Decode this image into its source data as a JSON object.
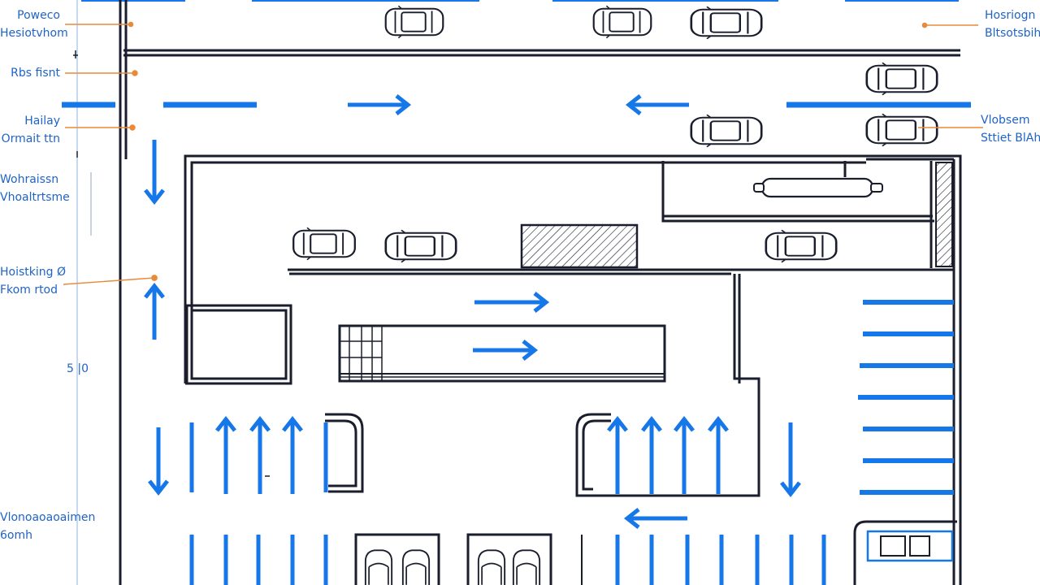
{
  "diagram": {
    "colors": {
      "line": "#1a1d2b",
      "arrow": "#1677e8",
      "stripe": "#1677e8",
      "leader": "#e88a3a",
      "label": "#1f63c9"
    },
    "labels_left": [
      {
        "lines": [
          "Poweco",
          "Hesiotvhom"
        ]
      },
      {
        "lines": [
          "Rbs fisnt"
        ]
      },
      {
        "lines": [
          "Hailay",
          "Ormait ttn"
        ]
      },
      {
        "lines": [
          "Wohraissn",
          "Vhoaltrtsme"
        ]
      },
      {
        "lines": [
          "Hoistking Ø",
          "Fkom  rtod"
        ]
      },
      {
        "lines": [
          "Vlonoaoaoaimen",
          "6omh"
        ]
      }
    ],
    "labels_right": [
      {
        "lines": [
          "Hosriogn",
          "Bltsotsbih"
        ]
      },
      {
        "lines": [
          "Vlobsem",
          "Sttiet BlAh"
        ]
      }
    ],
    "axis_mark": "5 |0",
    "arrow_directions": [
      "right",
      "left",
      "down",
      "up",
      "right",
      "right",
      "down",
      "up",
      "up",
      "up",
      "up",
      "up",
      "up",
      "up",
      "down",
      "left"
    ],
    "icons": [
      "car-icon",
      "arrow-icon",
      "hatch-block-icon",
      "pipe-icon"
    ]
  }
}
